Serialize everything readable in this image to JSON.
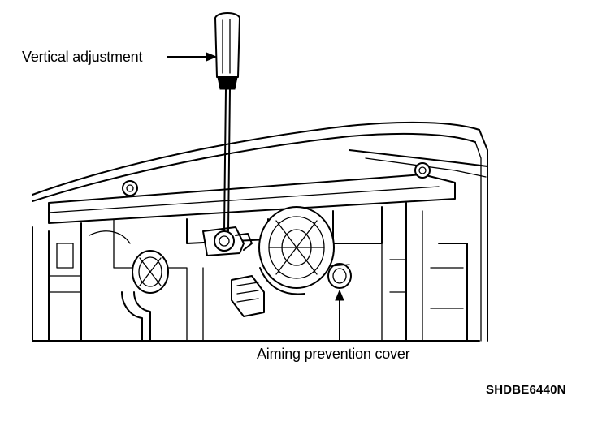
{
  "labels": {
    "vertical_adjustment": "Vertical adjustment",
    "aiming_prevention_cover": "Aiming prevention cover",
    "figure_code": "SHDBE6440N"
  },
  "icons": [
    "screwdriver-icon",
    "headlamp-assembly",
    "adjuster-bolt",
    "aiming-cover"
  ],
  "colors": {
    "ink": "#000000",
    "paper": "#ffffff"
  }
}
